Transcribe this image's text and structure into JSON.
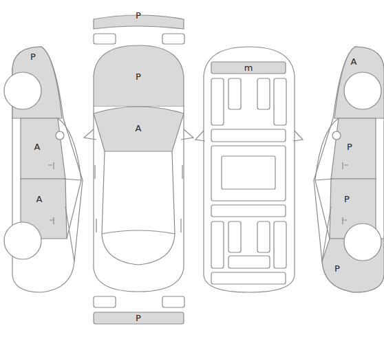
{
  "diagram": {
    "labels": [
      "P",
      "P",
      "A",
      "m",
      "P",
      "A",
      "A",
      "P",
      "A",
      "P",
      "P",
      "P"
    ]
  }
}
